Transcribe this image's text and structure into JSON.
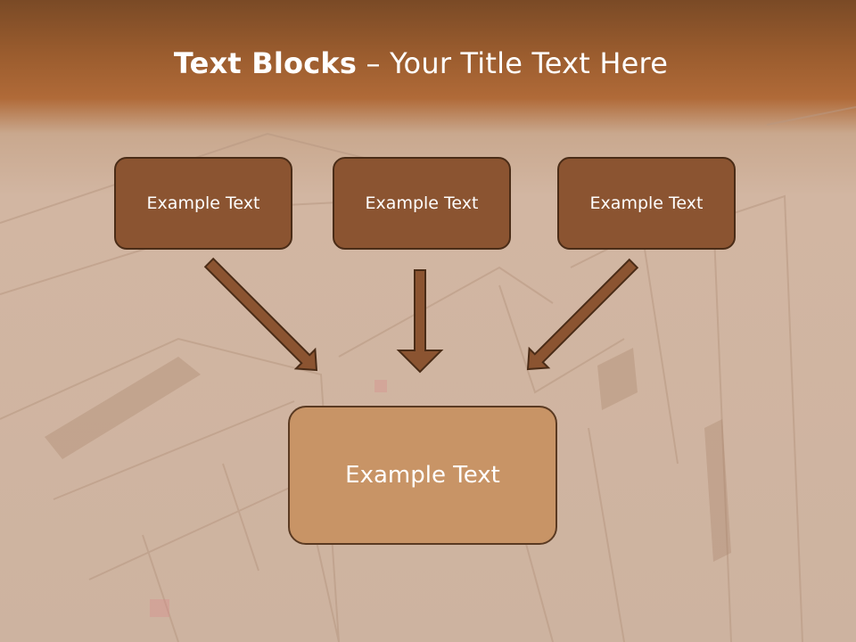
{
  "title": {
    "bold": "Text Blocks",
    "separator": " – ",
    "rest": "Your Title Text Here"
  },
  "blocks": [
    {
      "label": "Example Text"
    },
    {
      "label": "Example Text"
    },
    {
      "label": "Example Text"
    }
  ],
  "target": {
    "label": "Example Text"
  },
  "colors": {
    "header": "#9a5c2e",
    "block_fill": "#8b5431",
    "target_fill": "#c89466",
    "border": "#4a2c17",
    "arrow": "#8b5431"
  }
}
